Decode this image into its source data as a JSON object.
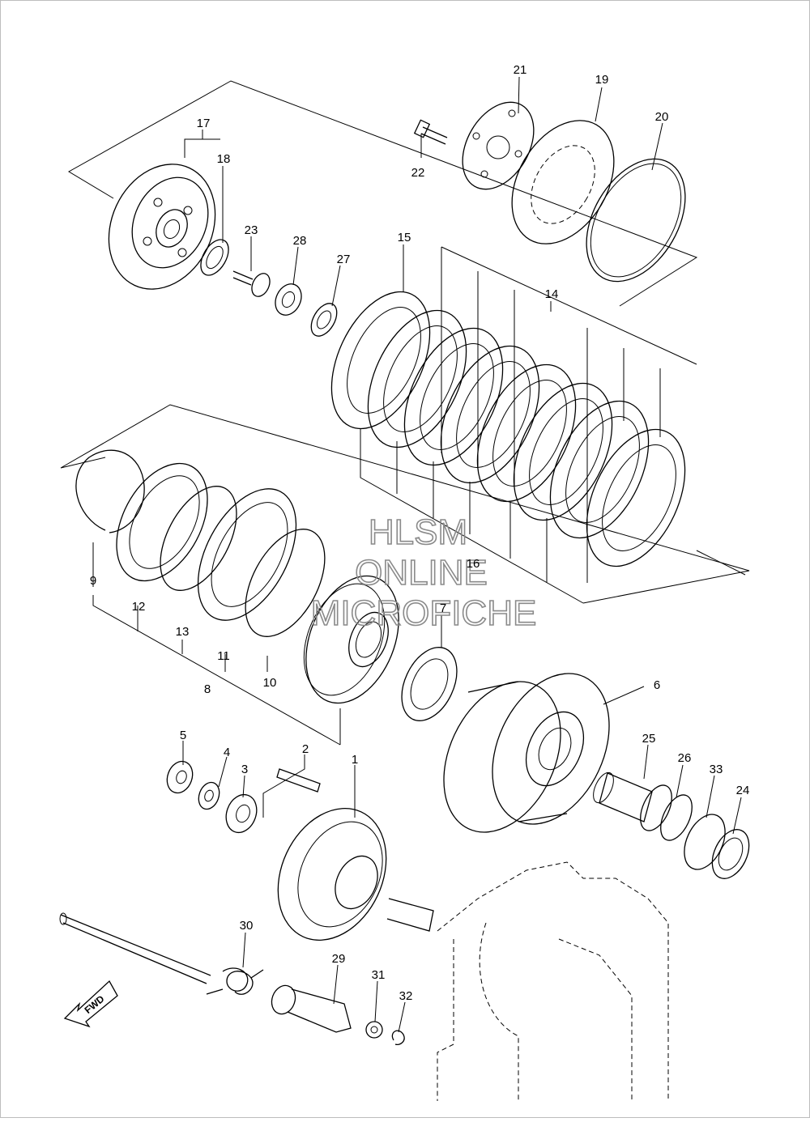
{
  "diagram": {
    "watermark": [
      "HLSM",
      "ONLINE",
      "MICROFICHE"
    ],
    "direction_label": "FWD",
    "callouts": [
      {
        "id": "1",
        "label": "1"
      },
      {
        "id": "2",
        "label": "2"
      },
      {
        "id": "3",
        "label": "3"
      },
      {
        "id": "4",
        "label": "4"
      },
      {
        "id": "5",
        "label": "5"
      },
      {
        "id": "6",
        "label": "6"
      },
      {
        "id": "7",
        "label": "7"
      },
      {
        "id": "8",
        "label": "8"
      },
      {
        "id": "9",
        "label": "9"
      },
      {
        "id": "10",
        "label": "10"
      },
      {
        "id": "11",
        "label": "11"
      },
      {
        "id": "12",
        "label": "12"
      },
      {
        "id": "13",
        "label": "13"
      },
      {
        "id": "14",
        "label": "14"
      },
      {
        "id": "15",
        "label": "15"
      },
      {
        "id": "16",
        "label": "16"
      },
      {
        "id": "17",
        "label": "17"
      },
      {
        "id": "18",
        "label": "18"
      },
      {
        "id": "19",
        "label": "19"
      },
      {
        "id": "20",
        "label": "20"
      },
      {
        "id": "21",
        "label": "21"
      },
      {
        "id": "22",
        "label": "22"
      },
      {
        "id": "23",
        "label": "23"
      },
      {
        "id": "24",
        "label": "24"
      },
      {
        "id": "25",
        "label": "25"
      },
      {
        "id": "26",
        "label": "26"
      },
      {
        "id": "27",
        "label": "27"
      },
      {
        "id": "28",
        "label": "28"
      },
      {
        "id": "29",
        "label": "29"
      },
      {
        "id": "30",
        "label": "30"
      },
      {
        "id": "31",
        "label": "31"
      },
      {
        "id": "32",
        "label": "32"
      },
      {
        "id": "33",
        "label": "33"
      }
    ]
  }
}
